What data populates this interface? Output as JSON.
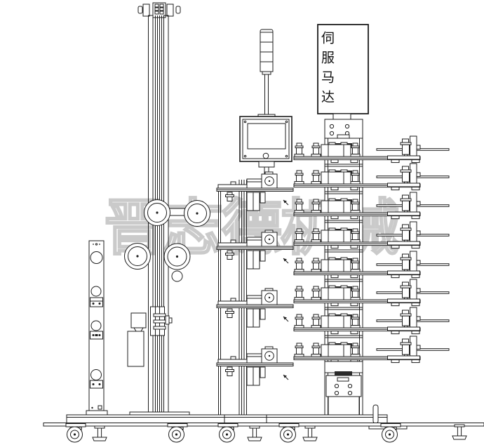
{
  "page": {
    "background": "#ffffff",
    "ink": "#1d1d1d",
    "watermark_color": "#cacaca"
  },
  "tower_label": {
    "text": "伺服马达"
  },
  "watermark": {
    "text": "晋志德机械"
  },
  "structure": {
    "right_arm_levels": 8,
    "mid_feeder_levels": 4,
    "pulleys": 4,
    "stack_light_segments": 4,
    "casters": 5,
    "leveling_feet": 4
  }
}
